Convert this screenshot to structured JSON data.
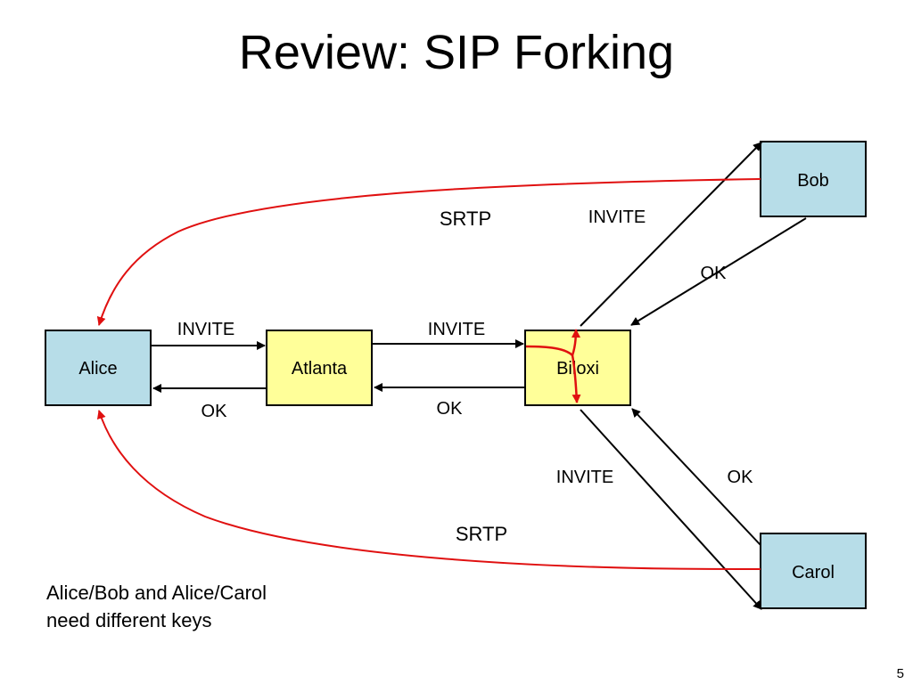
{
  "title": "Review: SIP Forking",
  "nodes": {
    "alice": "Alice",
    "atlanta": "Atlanta",
    "biloxi": "Biloxi",
    "bob": "Bob",
    "carol": "Carol"
  },
  "messages": {
    "alice_atlanta_invite": "INVITE",
    "atlanta_alice_ok": "OK",
    "atlanta_biloxi_invite": "INVITE",
    "biloxi_atlanta_ok": "OK",
    "biloxi_bob_invite": "INVITE",
    "bob_biloxi_ok": "OK",
    "biloxi_carol_invite": "INVITE",
    "carol_biloxi_ok": "OK"
  },
  "media": {
    "bob_alice": "SRTP",
    "carol_alice": "SRTP"
  },
  "note_lines": [
    "Alice/Bob and Alice/Carol",
    "need different keys"
  ],
  "page_number": "5",
  "colors": {
    "endpoint_fill": "#b7dde8",
    "proxy_fill": "#ffff99",
    "media_path": "#e01010",
    "signal_path": "#000000"
  }
}
